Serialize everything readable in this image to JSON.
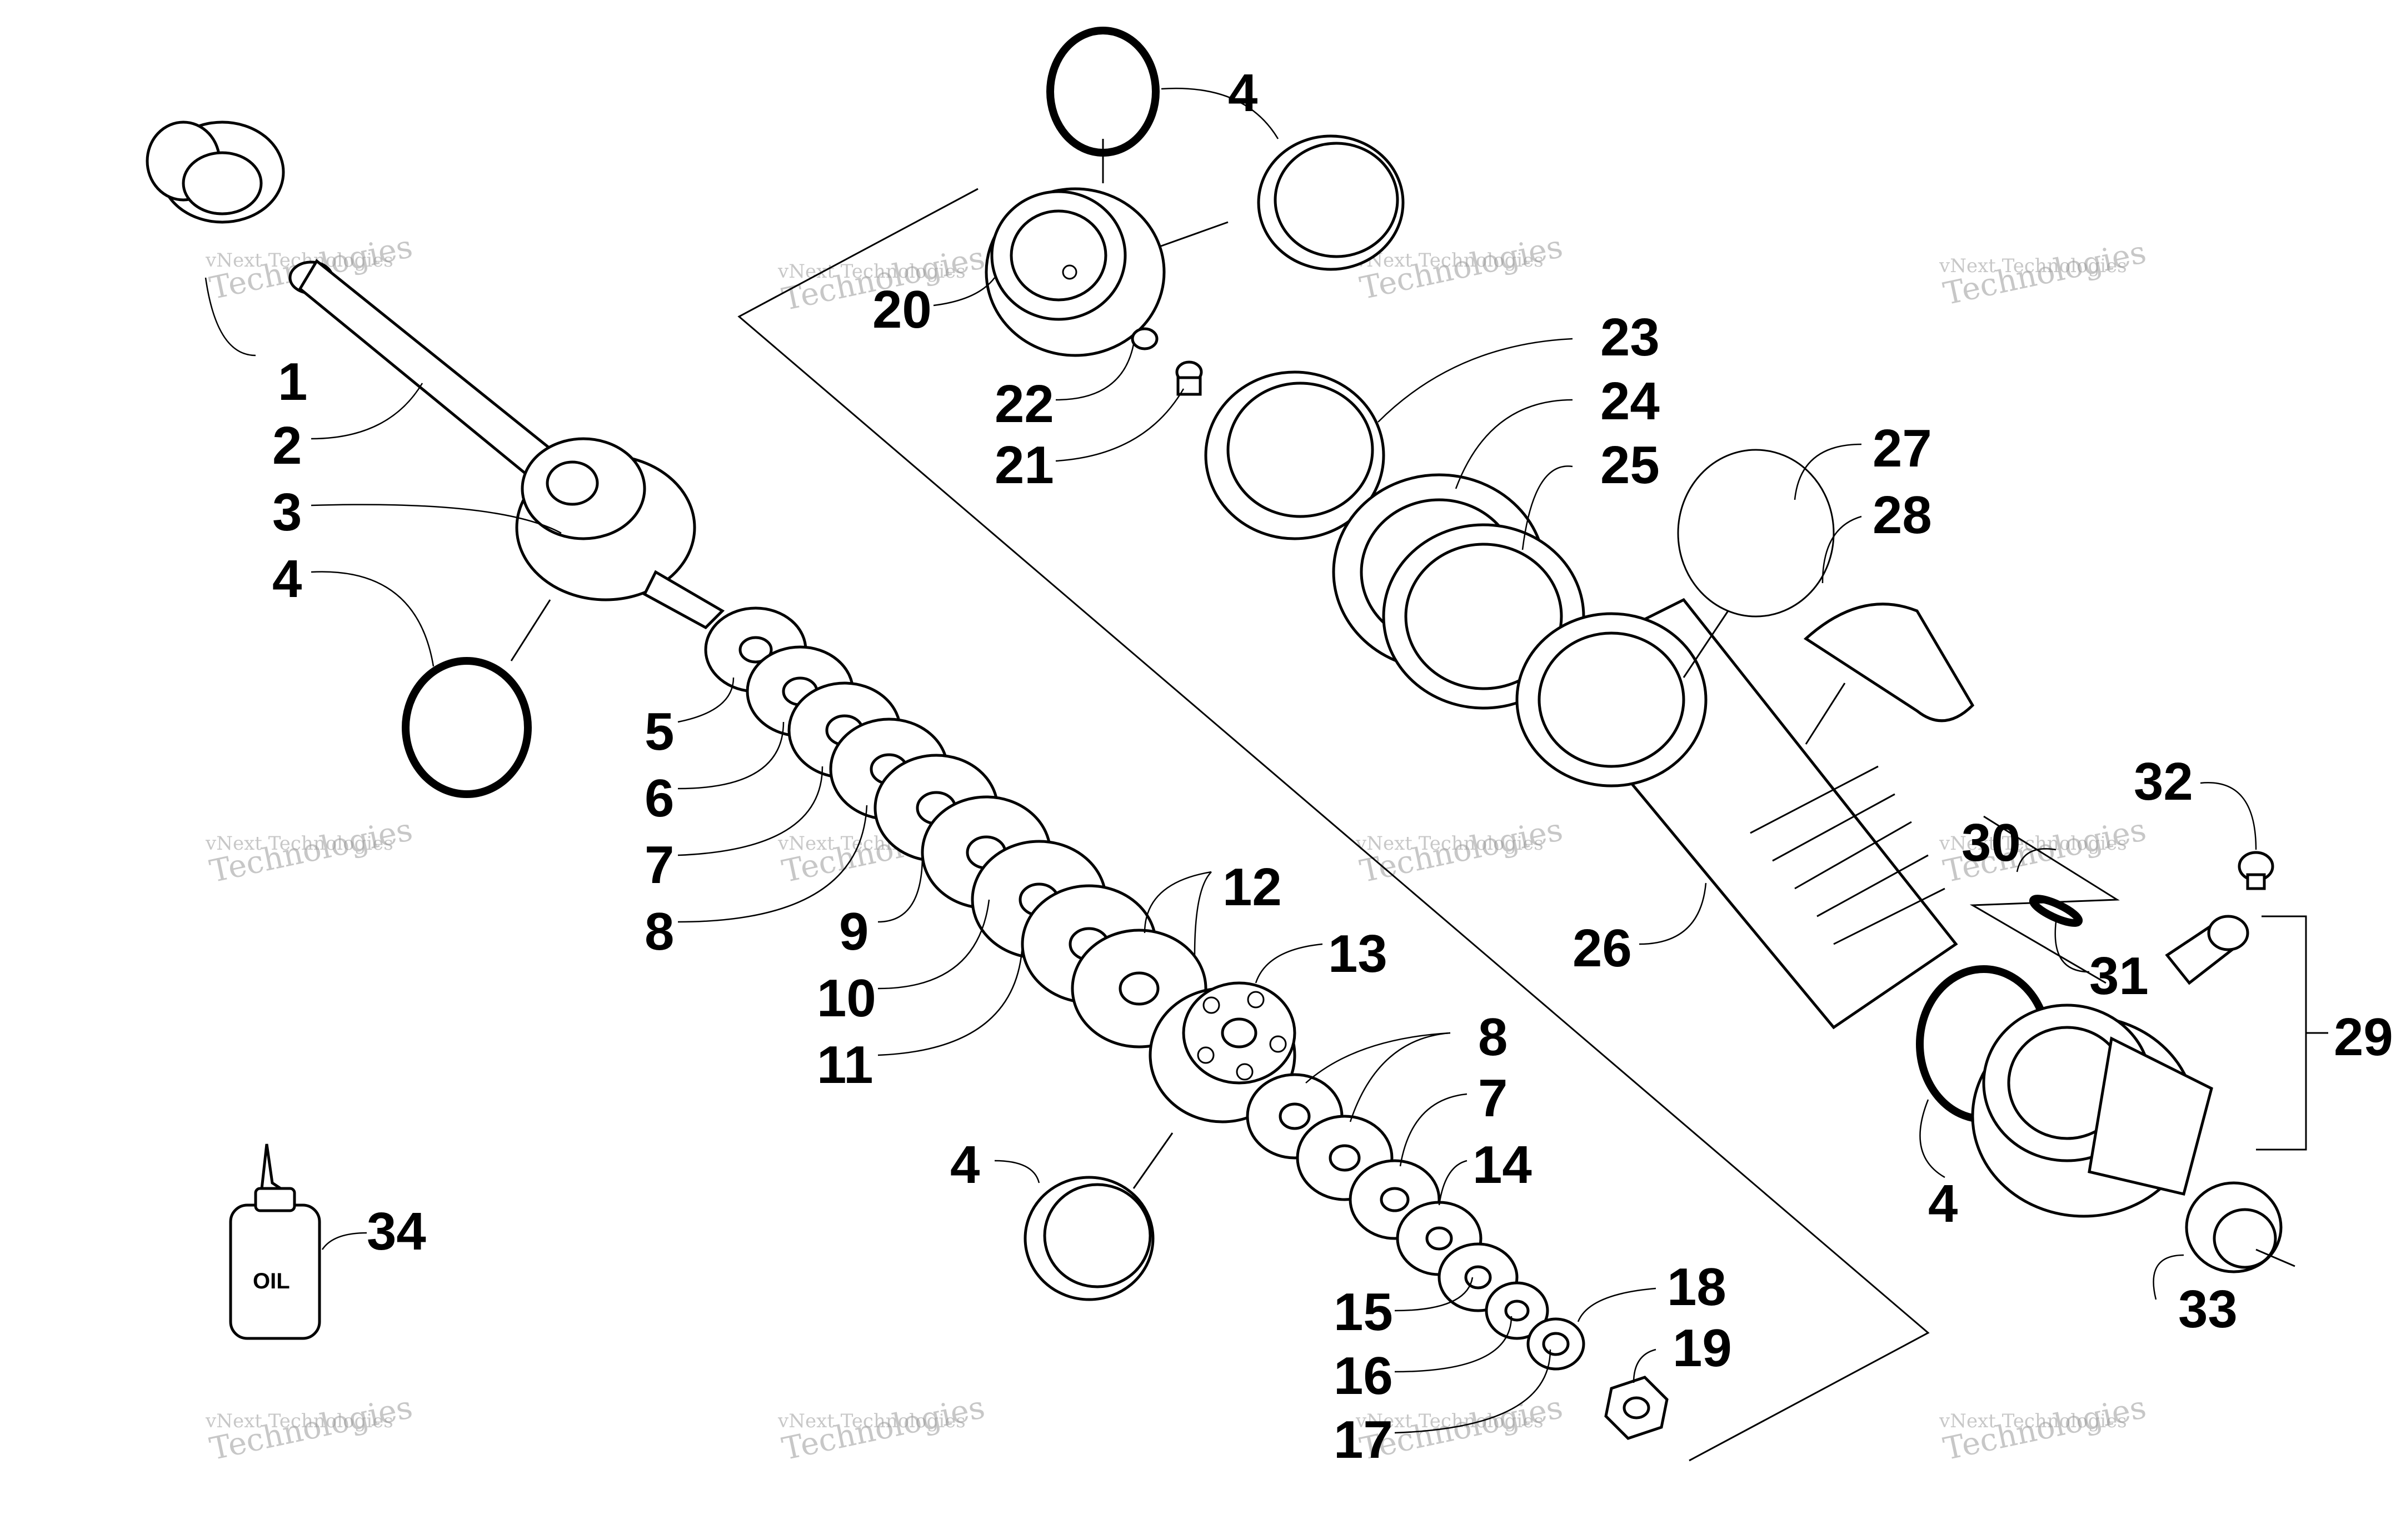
{
  "diagram": {
    "callouts": {
      "c1": "1",
      "c2": "2",
      "c3": "3",
      "c4a": "4",
      "c5": "5",
      "c6": "6",
      "c7a": "7",
      "c8a": "8",
      "c9": "9",
      "c10": "10",
      "c11": "11",
      "c12": "12",
      "c13": "13",
      "c4b": "4",
      "c8b": "8",
      "c7b": "7",
      "c14": "14",
      "c15": "15",
      "c16": "16",
      "c17": "17",
      "c18": "18",
      "c19": "19",
      "c4c": "4",
      "c20": "20",
      "c22": "22",
      "c21": "21",
      "c23": "23",
      "c24": "24",
      "c25": "25",
      "c26": "26",
      "c27": "27",
      "c28": "28",
      "c30": "30",
      "c31": "31",
      "c32": "32",
      "c29": "29",
      "c4d": "4",
      "c33": "33",
      "c34": "34"
    },
    "oil_label": "OIL",
    "watermark": {
      "line1": "vNext Technologies",
      "line2": "vNext",
      "line3": "Technologies"
    },
    "colors": {
      "ink": "#000000",
      "watermark": "#9a9a9a",
      "background": "#ffffff"
    }
  }
}
